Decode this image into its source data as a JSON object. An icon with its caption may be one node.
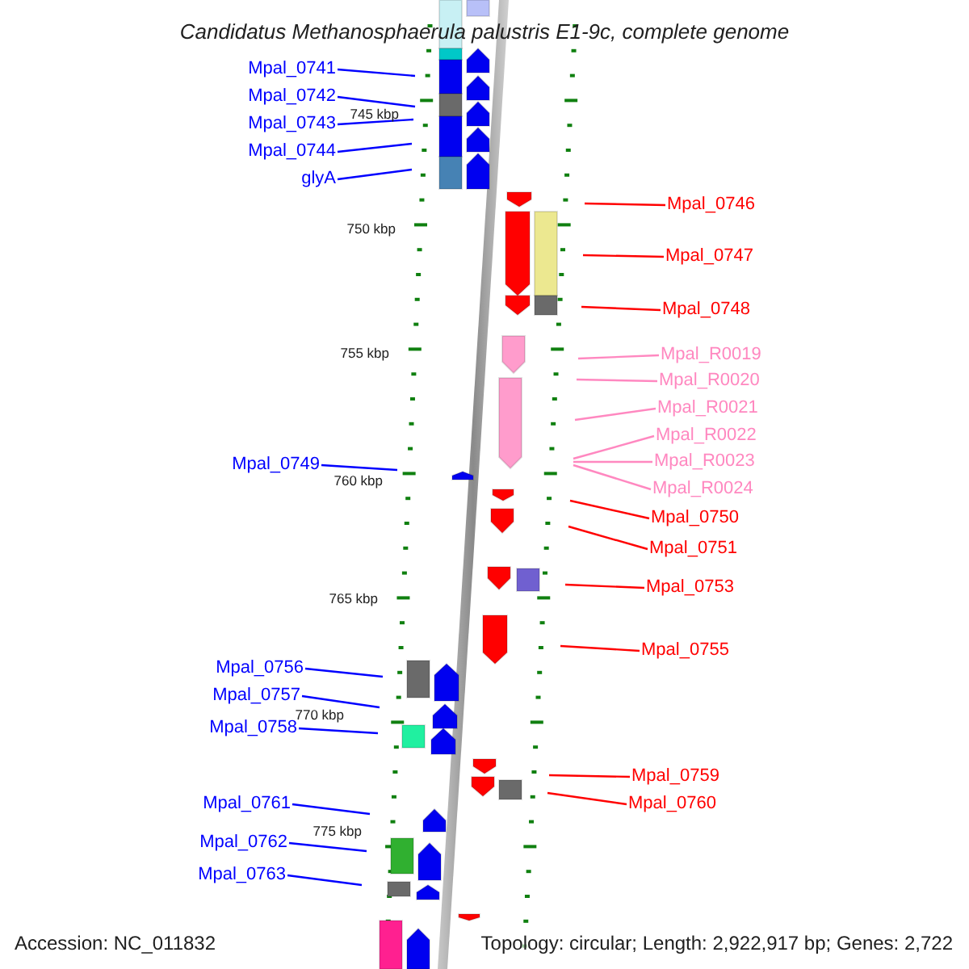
{
  "diagram": {
    "title": "Candidatus Methanosphaerula palustris E1-9c, complete genome",
    "nodes": [
      {
        "text": [
          "Mpal_0741"
        ]
      },
      {
        "text": [
          "Mpal_0742"
        ]
      },
      {
        "text": [
          "Mpal_0743"
        ]
      },
      {
        "text": [
          "Mpal_0744"
        ]
      },
      {
        "text": [
          "glyA"
        ]
      },
      {
        "text": [
          "Mpal_0746"
        ]
      },
      {
        "text": [
          "Mpal_0747"
        ]
      },
      {
        "text": [
          "Mpal_0748"
        ]
      },
      {
        "text": [
          "Mpal_R0019"
        ]
      },
      {
        "text": [
          "Mpal_R0020"
        ]
      },
      {
        "text": [
          "Mpal_R0021"
        ]
      },
      {
        "text": [
          "Mpal_R0022"
        ]
      },
      {
        "text": [
          "Mpal_R0023"
        ]
      },
      {
        "text": [
          "Mpal_R0024"
        ]
      },
      {
        "text": [
          "Mpal_0749"
        ]
      },
      {
        "text": [
          "Mpal_0750"
        ]
      },
      {
        "text": [
          "Mpal_0751"
        ]
      },
      {
        "text": [
          "Mpal_0753"
        ]
      },
      {
        "text": [
          "Mpal_0755"
        ]
      },
      {
        "text": [
          "Mpal_0756"
        ]
      },
      {
        "text": [
          "Mpal_0757"
        ]
      },
      {
        "text": [
          "Mpal_0758"
        ]
      },
      {
        "text": [
          "Mpal_0759"
        ]
      },
      {
        "text": [
          "Mpal_0760"
        ]
      },
      {
        "text": [
          "Mpal_0761"
        ]
      },
      {
        "text": [
          "Mpal_0762"
        ]
      },
      {
        "text": [
          "Mpal_0763"
        ]
      }
    ],
    "edges": [
      {
        "from": 0,
        "to": null,
        "arrow": "none"
      },
      {
        "from": 1,
        "to": null,
        "arrow": "none"
      },
      {
        "from": 2,
        "to": null,
        "arrow": "none"
      },
      {
        "from": 3,
        "to": null,
        "arrow": "none"
      },
      {
        "from": 4,
        "to": null,
        "arrow": "none"
      },
      {
        "from": 5,
        "to": null,
        "arrow": "none",
        "color": "#ff0000"
      },
      {
        "from": 6,
        "to": null,
        "arrow": "none",
        "color": "#ff0000"
      },
      {
        "from": 7,
        "to": null,
        "arrow": "none",
        "color": "#ff0000"
      },
      {
        "from": 8,
        "to": null,
        "arrow": "none",
        "color": "#ff88c0"
      },
      {
        "from": 9,
        "to": null,
        "arrow": "none",
        "color": "#ff88c0"
      },
      {
        "from": 10,
        "to": null,
        "arrow": "none",
        "color": "#ff88c0"
      },
      {
        "from": 11,
        "to": null,
        "arrow": "none",
        "color": "#ff88c0"
      },
      {
        "from": 12,
        "to": null,
        "arrow": "none",
        "color": "#ff88c0"
      },
      {
        "from": 13,
        "to": null,
        "arrow": "none",
        "color": "#ff88c0"
      },
      {
        "from": 14,
        "to": null,
        "arrow": "none"
      },
      {
        "from": 15,
        "to": null,
        "arrow": "none",
        "color": "#ff0000"
      },
      {
        "from": 16,
        "to": null,
        "arrow": "none",
        "color": "#ff0000"
      },
      {
        "from": 17,
        "to": null,
        "arrow": "none",
        "color": "#ff0000"
      },
      {
        "from": 18,
        "to": null,
        "arrow": "none",
        "color": "#ff0000"
      },
      {
        "from": 19,
        "to": null,
        "arrow": "none"
      },
      {
        "from": 20,
        "to": null,
        "arrow": "none"
      },
      {
        "from": 21,
        "to": null,
        "arrow": "none"
      },
      {
        "from": 22,
        "to": null,
        "arrow": "none",
        "color": "#ff0000"
      },
      {
        "from": 23,
        "to": null,
        "arrow": "none",
        "color": "#ff0000"
      },
      {
        "from": 24,
        "to": null,
        "arrow": "none"
      },
      {
        "from": 25,
        "to": null,
        "arrow": "none"
      },
      {
        "from": 26,
        "to": null,
        "arrow": "none"
      }
    ],
    "labels": [
      "745 kbp",
      "750 kbp",
      "755 kbp",
      "760 kbp",
      "765 kbp",
      "770 kbp",
      "775 kbp",
      "Accession: NC_011832",
      "Topology: circular; Length: 2,922,917 bp; Genes: 2,722"
    ]
  }
}
